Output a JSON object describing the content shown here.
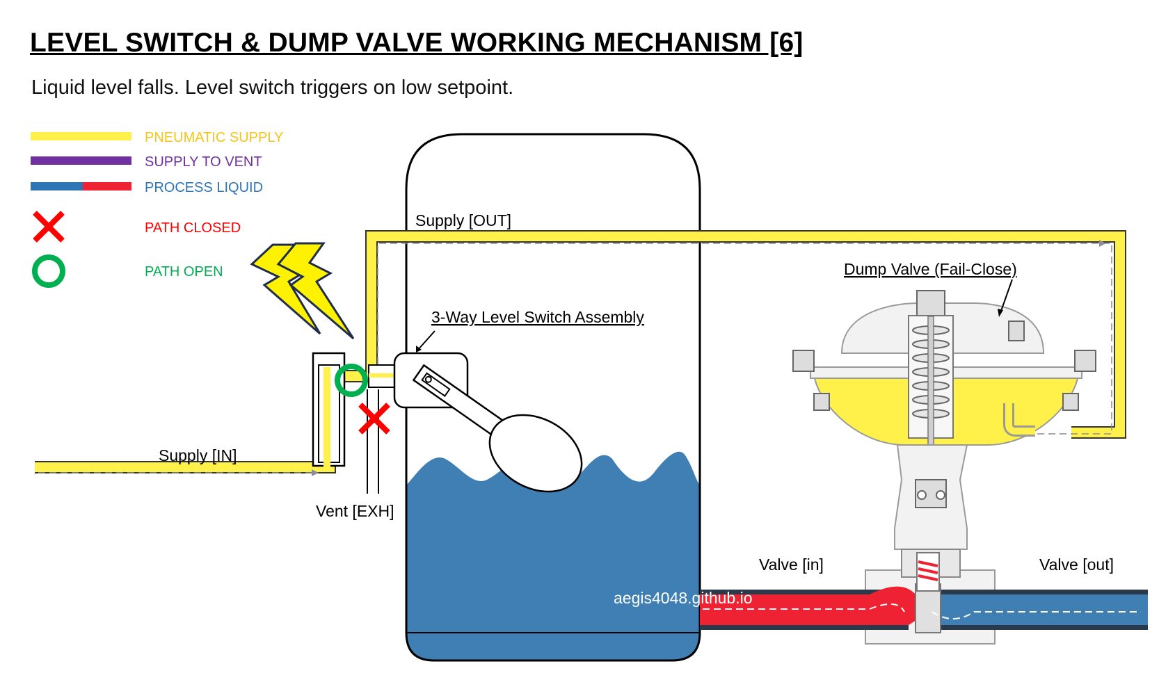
{
  "title": "LEVEL SWITCH & DUMP VALVE WORKING MECHANISM [6]",
  "subtitle": "Liquid level falls. Level switch triggers on low setpoint.",
  "legend": [
    {
      "label": "PNEUMATIC SUPPLY",
      "color": "#F5C518",
      "line": "#FFF04A"
    },
    {
      "label": "SUPPLY TO VENT",
      "color": "#7030A0",
      "line": "#7030A0"
    },
    {
      "label": "PROCESS LIQUID",
      "color": "#2E75B6",
      "line_a": "#2E75B6",
      "line_b": "#EE2233"
    },
    {
      "label": "PATH CLOSED",
      "color": "#FF0000"
    },
    {
      "label": "PATH OPEN",
      "color": "#00B050"
    }
  ],
  "labels": {
    "supply_out": "Supply [OUT]",
    "supply_in": "Supply [IN]",
    "vent": "Vent [EXH]",
    "switch_assembly": "3-Way Level Switch Assembly",
    "dump_valve": "Dump Valve (Fail-Close)",
    "valve_in": "Valve [in]",
    "valve_out": "Valve [out]",
    "watermark": "aegis4048.github.io"
  },
  "colors": {
    "pneumatic": "#FFF04A",
    "liquid": "#3F7FB4",
    "liquid_red": "#EE2233",
    "closed": "#FF0000",
    "open": "#00B050",
    "lightning": "#FFF200"
  }
}
